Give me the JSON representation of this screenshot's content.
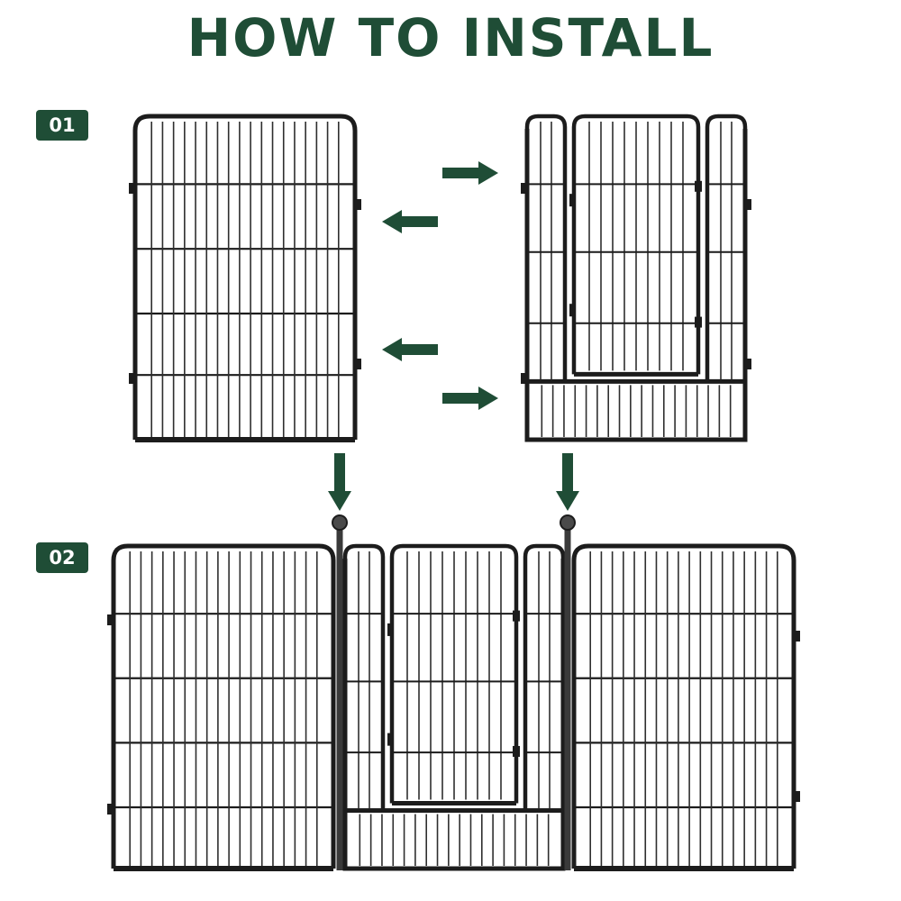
{
  "title": "HOW TO INSTALL",
  "steps": [
    {
      "label": "01"
    },
    {
      "label": "02"
    }
  ],
  "colors": {
    "accent": "#1f4d36",
    "frame": "#1c1c1c",
    "wire": "#2e2e2e",
    "background": "#ffffff"
  },
  "step1": {
    "panels": [
      "plain-fence-panel",
      "door-fence-panel"
    ],
    "arrows": [
      "arrow-right",
      "arrow-left",
      "arrow-left",
      "arrow-right"
    ]
  },
  "step2": {
    "connecting_pins": 2,
    "panels": [
      "plain-fence-panel",
      "door-fence-panel",
      "plain-fence-panel"
    ]
  }
}
